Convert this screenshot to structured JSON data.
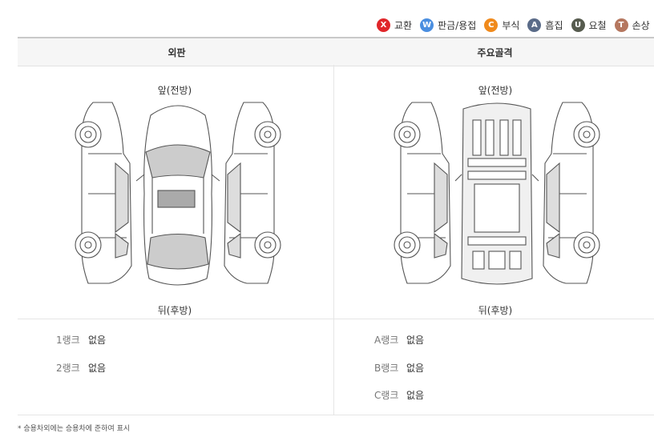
{
  "legend": [
    {
      "code": "X",
      "label": "교환",
      "color": "#e0262a"
    },
    {
      "code": "W",
      "label": "판금/용접",
      "color": "#4a8ee0"
    },
    {
      "code": "C",
      "label": "부식",
      "color": "#f08a1c"
    },
    {
      "code": "A",
      "label": "흠집",
      "color": "#5a6b88"
    },
    {
      "code": "U",
      "label": "요철",
      "color": "#565b4e"
    },
    {
      "code": "T",
      "label": "손상",
      "color": "#b5775f"
    }
  ],
  "headers": {
    "exterior": "외판",
    "frame": "주요골격"
  },
  "diagram": {
    "front": "앞(전방)",
    "rear": "뒤(후방)"
  },
  "exterior_ranks": [
    {
      "name": "1랭크",
      "value": "없음"
    },
    {
      "name": "2랭크",
      "value": "없음"
    }
  ],
  "frame_ranks": [
    {
      "name": "A랭크",
      "value": "없음"
    },
    {
      "name": "B랭크",
      "value": "없음"
    },
    {
      "name": "C랭크",
      "value": "없음"
    }
  ],
  "footnote": "* 승용차외에는 승용차에 준하여 표시"
}
